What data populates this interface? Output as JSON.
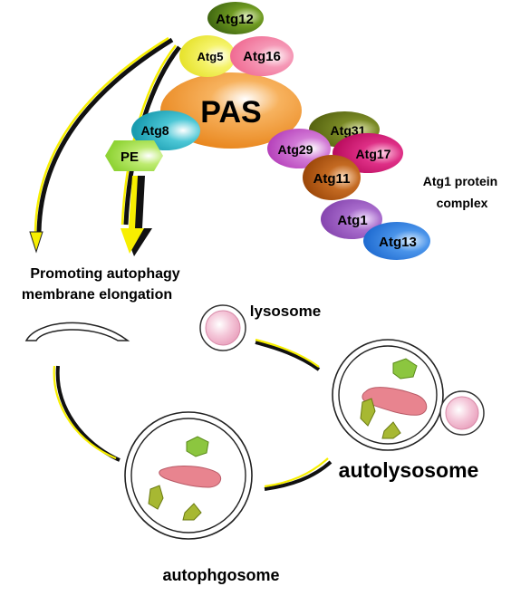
{
  "pas_complex": {
    "pas": "PAS",
    "atg12": "Atg12",
    "atg5": "Atg5",
    "atg16": "Atg16",
    "atg8": "Atg8",
    "pe": "PE"
  },
  "atg1_complex": {
    "atg31": "Atg31",
    "atg29": "Atg29",
    "atg17": "Atg17",
    "atg11": "Atg11",
    "atg1": "Atg1",
    "atg13": "Atg13",
    "label_line1": "Atg1 protein",
    "label_line2": "complex"
  },
  "labels": {
    "promoting_line1": "Promoting autophagy",
    "promoting_line2": "membrane elongation",
    "lysosome": "lysosome",
    "autolysosome": "autolysosome",
    "autophagosome": "autophgosome"
  },
  "colors": {
    "pas": "#f29a30",
    "atg12": "#5f8a1a",
    "atg5": "#f3f24a",
    "atg16": "#f47fa0",
    "atg8": "#27b3c6",
    "pe": "#a6e34a",
    "atg31": "#6b7a1e",
    "atg29": "#c558c9",
    "atg17": "#d2146e",
    "atg11": "#b85a14",
    "atg1": "#9b57c0",
    "atg13": "#2f80e0",
    "arrow_fill": "#f7ef00",
    "organelle_content": "#e8848f",
    "cargo_green": "#8cc63f",
    "cargo_olive": "#a7b832"
  }
}
